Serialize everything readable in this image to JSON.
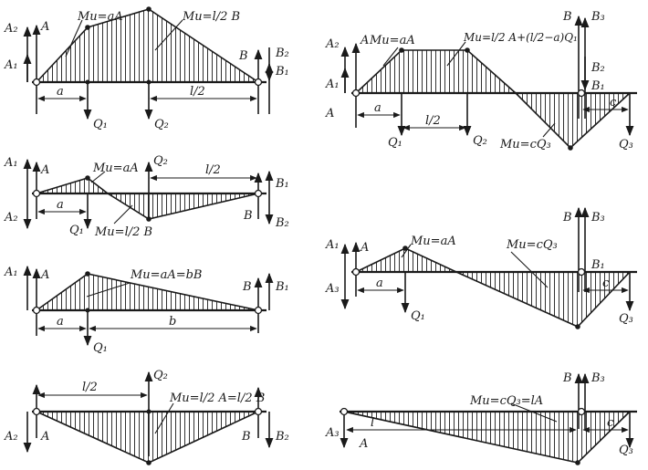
{
  "panels": {
    "p1": {
      "A2": "A₂",
      "A": "A",
      "A1": "A₁",
      "M1": "Mu=aA",
      "M2": "Mu=l/2 B",
      "B": "B",
      "B2": "B₂",
      "B1": "B₁",
      "a": "a",
      "l2": "l/2",
      "Q1": "Q₁",
      "Q2": "Q₂"
    },
    "p2": {
      "A1": "A₁",
      "A": "A",
      "M1": "Mu=aA",
      "Q2": "Q₂",
      "l2": "l/2",
      "B1": "B₁",
      "a": "a",
      "A2": "A₂",
      "Q1": "Q₁",
      "M2": "Mu=l/2 B",
      "B": "B",
      "B2": "B₂"
    },
    "p3": {
      "A1": "A₁",
      "A": "A",
      "M1": "Mu=aA=bB",
      "B": "B",
      "B1": "B₁",
      "a": "a",
      "b": "b",
      "Q1": "Q₁"
    },
    "p4": {
      "l2": "l/2",
      "Q2": "Q₂",
      "M1": "Mu=l/2 A=l/2 B",
      "A2": "A₂",
      "A": "A",
      "B": "B",
      "B2": "B₂"
    },
    "p5": {
      "A2": "A₂",
      "A": "A",
      "M1": "Mu=aA",
      "M2": "Mu=l/2 A+(l/2−a)Q₁",
      "B": "B",
      "B3": "B₃",
      "B2": "B₂",
      "A1": "A₁",
      "B1": "B₁",
      "a": "a",
      "l2": "l/2",
      "c": "c",
      "Q1": "Q₁",
      "Q2": "Q₂",
      "M3": "Mu=cQ₃",
      "Q3": "Q₃"
    },
    "p6": {
      "A1": "A₁",
      "A": "A",
      "M1": "Mu=aA",
      "M2": "Mu=cQ₃",
      "B": "B",
      "B3": "B₃",
      "B1": "B₁",
      "A3": "A₃",
      "a": "a",
      "c": "c",
      "Q1": "Q₁",
      "Q3": "Q₃"
    },
    "p7": {
      "B": "B",
      "B3": "B₃",
      "M1": "Mu=cQ₃=lA",
      "A3": "A₃",
      "l": "l",
      "c": "c",
      "A": "A",
      "Q3": "Q₃"
    }
  },
  "colors": {
    "ink": "#1a1a1a",
    "paper": "#ffffff"
  }
}
